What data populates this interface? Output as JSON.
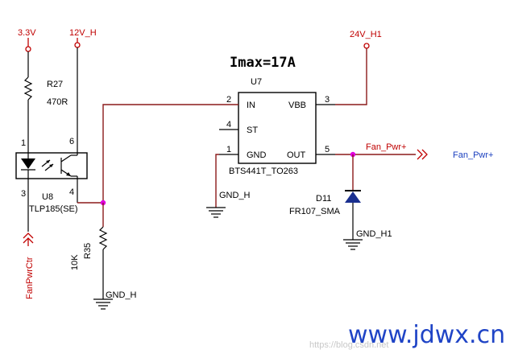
{
  "nets": {
    "v33": "3.3V",
    "v12": "12V_H",
    "v24": "24V_H1",
    "fan_pwr_ctr": "FanPwrCtr",
    "fan_pwr_wire": "Fan_Pwr+",
    "fan_pwr_offpage": "Fan_Pwr+",
    "gnd_u7": "GND_H",
    "gnd_r35": "GND_H",
    "gnd_d11": "GND_H1"
  },
  "r27": {
    "ref": "R27",
    "value": "470R"
  },
  "r35": {
    "ref": "R35",
    "value": "10K"
  },
  "u8": {
    "ref": "U8",
    "value": "TLP185(SE)",
    "pins": [
      "1",
      "6",
      "3",
      "4"
    ]
  },
  "u7": {
    "title": "Imax=17A",
    "ref": "U7",
    "value": "BTS441T_TO263",
    "pin_labels": {
      "in": "IN",
      "st": "ST",
      "gnd": "GND",
      "vbb": "VBB",
      "out": "OUT"
    },
    "pin_numbers": {
      "in": "2",
      "st": "4",
      "gnd": "1",
      "vbb": "3",
      "out": "5"
    }
  },
  "d11": {
    "ref": "D11",
    "value": "FR107_SMA"
  },
  "watermark": {
    "url": "www.jdwx.cn",
    "faint": "https://blog.csdn.net"
  },
  "colors": {
    "wire": "#8b1a1a",
    "net_label": "#c00000",
    "offpage": "#1a3fbf",
    "junction": "#e000e0"
  }
}
